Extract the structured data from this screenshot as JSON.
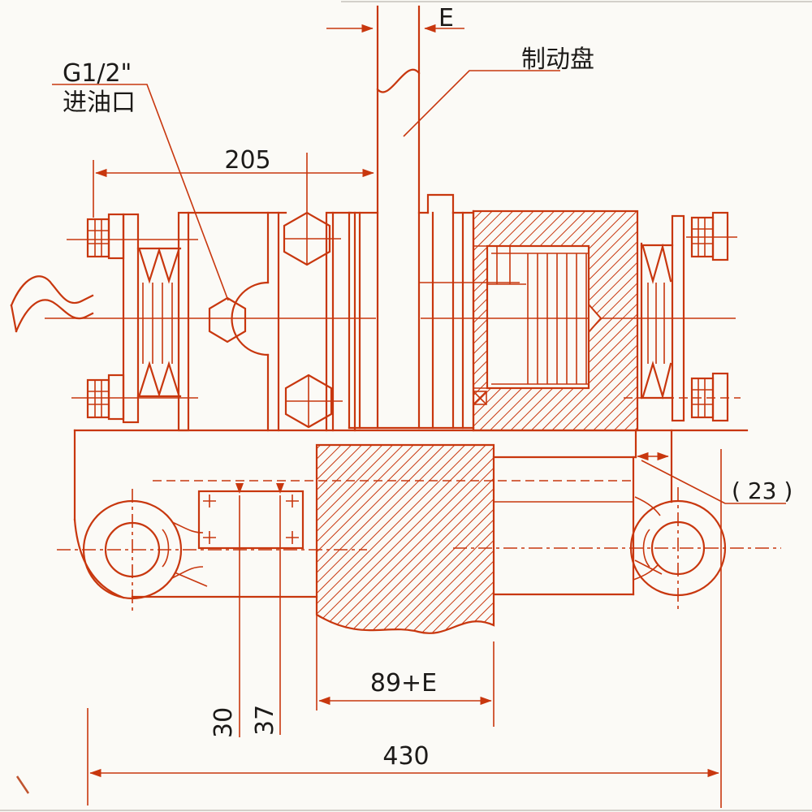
{
  "drawing": {
    "kind": "hydraulic brake caliper sectional drawing",
    "line_color": "#c8370e",
    "text_color": "#1c1a18",
    "background": "#fbfaf6"
  },
  "labels": {
    "dim_e": "E",
    "brake_disc": "制动盘",
    "port_size": "G1/2\"",
    "port_name": "进油口",
    "dim_205": "205",
    "dim_23": "( 23 )",
    "dim_30": "30",
    "dim_37": "37",
    "dim_89e": "89+E",
    "dim_430": "430"
  }
}
